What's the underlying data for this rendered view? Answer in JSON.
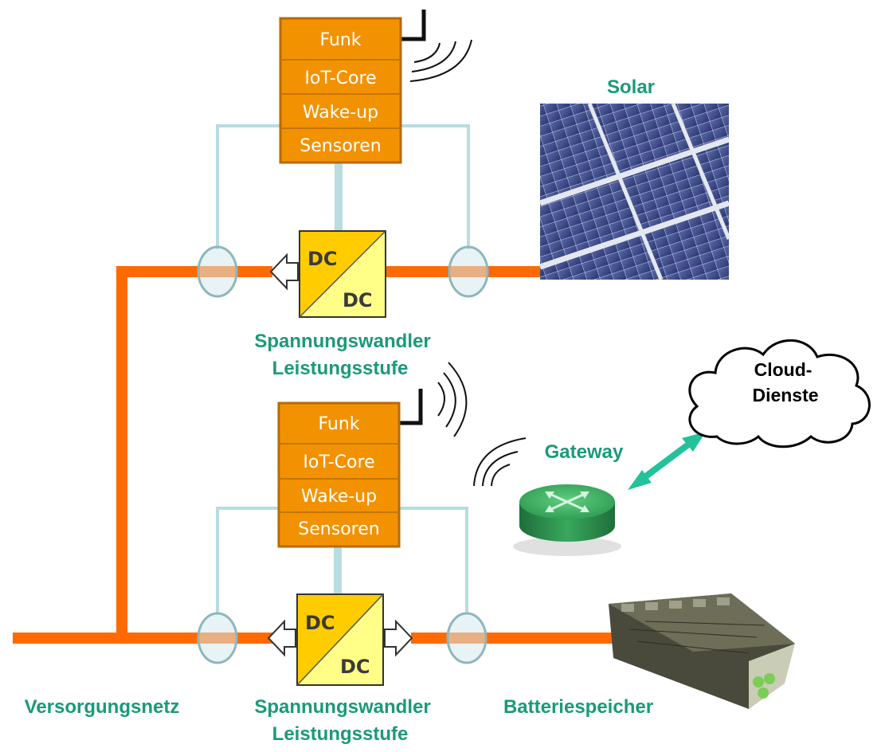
{
  "stack_top": {
    "funk": "Funk",
    "iot_core": "IoT-Core",
    "wake_up": "Wake-up",
    "sensoren": "Sensoren"
  },
  "stack_bottom": {
    "funk": "Funk",
    "iot_core": "IoT-Core",
    "wake_up": "Wake-up",
    "sensoren": "Sensoren"
  },
  "converter_top": {
    "in": "DC",
    "out": "DC",
    "caption_line1": "Spannungswandler",
    "caption_line2": "Leistungsstufe"
  },
  "converter_bottom": {
    "in": "DC",
    "out": "DC",
    "caption_line1": "Spannungswandler",
    "caption_line2": "Leistungsstufe"
  },
  "labels": {
    "solar": "Solar",
    "gateway": "Gateway",
    "grid": "Versorgungsnetz",
    "battery": "Batteriespeicher"
  },
  "cloud": {
    "line1": "Cloud-",
    "line2": "Dienste"
  },
  "colors": {
    "power_line": "#ff6a00",
    "module_fill": "#f39200",
    "module_border": "#b86a00",
    "signal_line": "#b7dde0",
    "label_text": "#1a9a78",
    "dc_box_dark": "#ffcc00",
    "dc_box_light": "#ffff88",
    "gateway_green": "#2e9a52",
    "link_arrow": "#22c29a"
  }
}
